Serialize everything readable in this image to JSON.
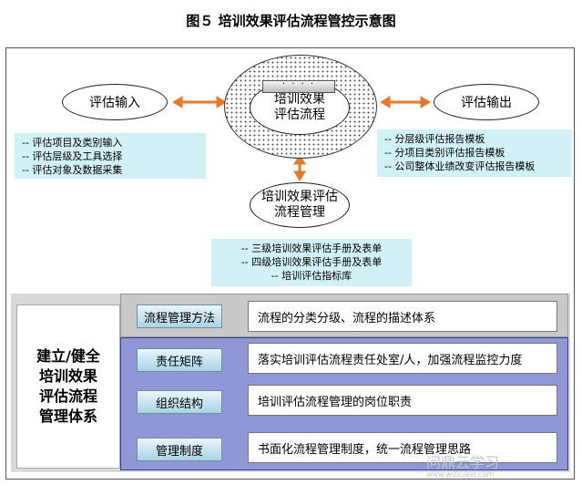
{
  "title": "图５ 培训效果评估流程管控示意图",
  "center": {
    "tab": "·  ·  ·  ·",
    "label_line1": "培训效果",
    "label_line2": "评估流程"
  },
  "left_node": {
    "label": "评估输入"
  },
  "right_node": {
    "label": "评估输出"
  },
  "bottom_node": {
    "label_line1": "培训效果评估",
    "label_line2": "流程管理"
  },
  "inputs": [
    "-- 评估项目及类别输入",
    "-- 评估层级及工具选择",
    "-- 评估对象及数据采集"
  ],
  "outputs": [
    "-- 分层级评估报告模板",
    "-- 分项目类别评估报告模板",
    "-- 公司整体业绩改变评估报告模板"
  ],
  "management": [
    "-- 三级培训效果评估手册及表单",
    "-- 四级培训效果评估手册及表单",
    "-- 培训评估指标库"
  ],
  "system_title": "建立/健全\n培训效果\n评估流程\n管理体系",
  "system_rows": [
    {
      "label": "流程管理方法",
      "desc": "流程的分类分级、流程的描述体系"
    },
    {
      "label": "责任矩阵",
      "desc": "落实培训评估流程责任处室/人，加强流程监控力度"
    },
    {
      "label": "组织结构",
      "desc": "培训评估流程管理的岗位职责"
    },
    {
      "label": "管理制度",
      "desc": "书面化流程管理制度，统一流程管理思路"
    }
  ],
  "watermark": {
    "text": "问鼎云学习",
    "url": "www.wdxuexi.com"
  },
  "colors": {
    "arrow": "#e8782a",
    "cyan": "#d2f1f6",
    "blue_panel": "#8f97d6",
    "gray_panel": "#c9c9c9"
  }
}
